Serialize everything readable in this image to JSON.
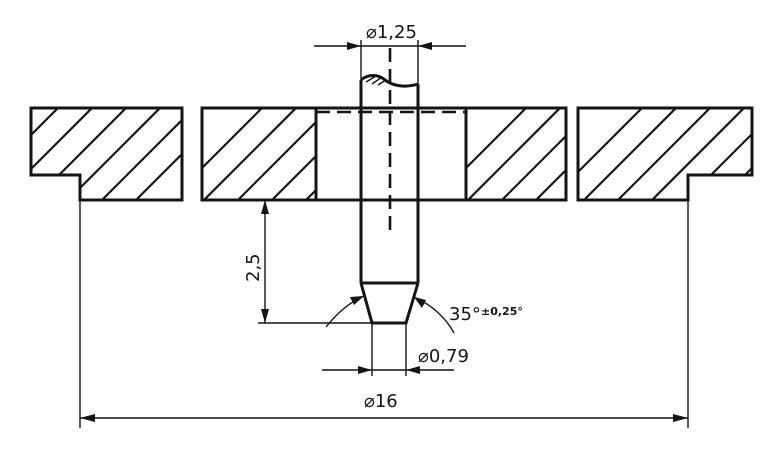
{
  "dimensions": {
    "pin_diameter": "⌀1,25",
    "height": "2,5",
    "angle_main": "35°",
    "angle_tolerance": "±0,25°",
    "tip_diameter": "⌀0,79",
    "overall_diameter": "⌀16"
  }
}
